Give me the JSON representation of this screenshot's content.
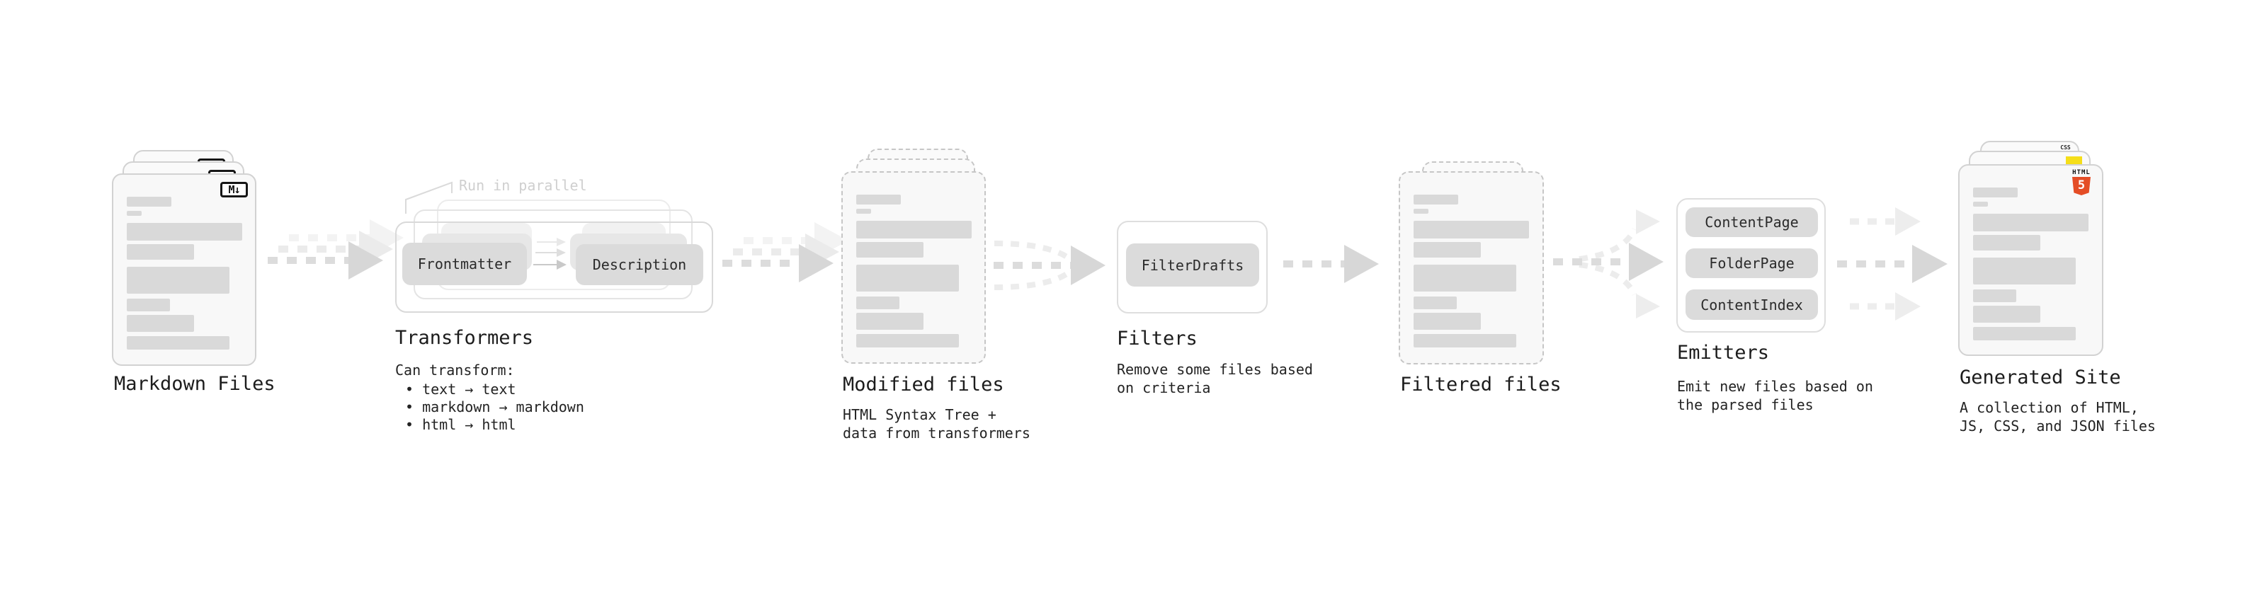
{
  "stages": {
    "markdown": {
      "title": "Markdown Files",
      "badge": "M↓"
    },
    "transformers": {
      "note": "Run in parallel",
      "chip_frontmatter": "Frontmatter",
      "chip_description": "Description",
      "title": "Transformers",
      "caption_heading": "Can transform:",
      "bullets": [
        "• text → text",
        "• markdown → markdown",
        "• html → html"
      ]
    },
    "modified": {
      "title": "Modified files",
      "caption": "HTML Syntax Tree +\ndata from transformers"
    },
    "filters": {
      "chip": "FilterDrafts",
      "title": "Filters",
      "caption": "Remove some files based\non criteria"
    },
    "filtered": {
      "title": "Filtered files"
    },
    "emitters": {
      "chips": [
        "ContentPage",
        "FolderPage",
        "ContentIndex"
      ],
      "title": "Emitters",
      "caption": "Emit new files based on\nthe parsed files"
    },
    "generated": {
      "title": "Generated Site",
      "caption": "A collection of HTML,\nJS, CSS, and JSON files",
      "badge_css": "CSS",
      "badge_html_label": "HTML",
      "badge_html_digit": "5"
    }
  },
  "colors": {
    "html5_orange": "#e44d26",
    "js_yellow": "#f5de19",
    "css_blue": "#2d6fe0",
    "doc_fill": "#f8f8f8",
    "bar_gray": "#d9d9d9",
    "chip_gray": "#dbdbdb",
    "text_dark": "#1c1c1c",
    "note_gray": "#cfcfcf"
  }
}
